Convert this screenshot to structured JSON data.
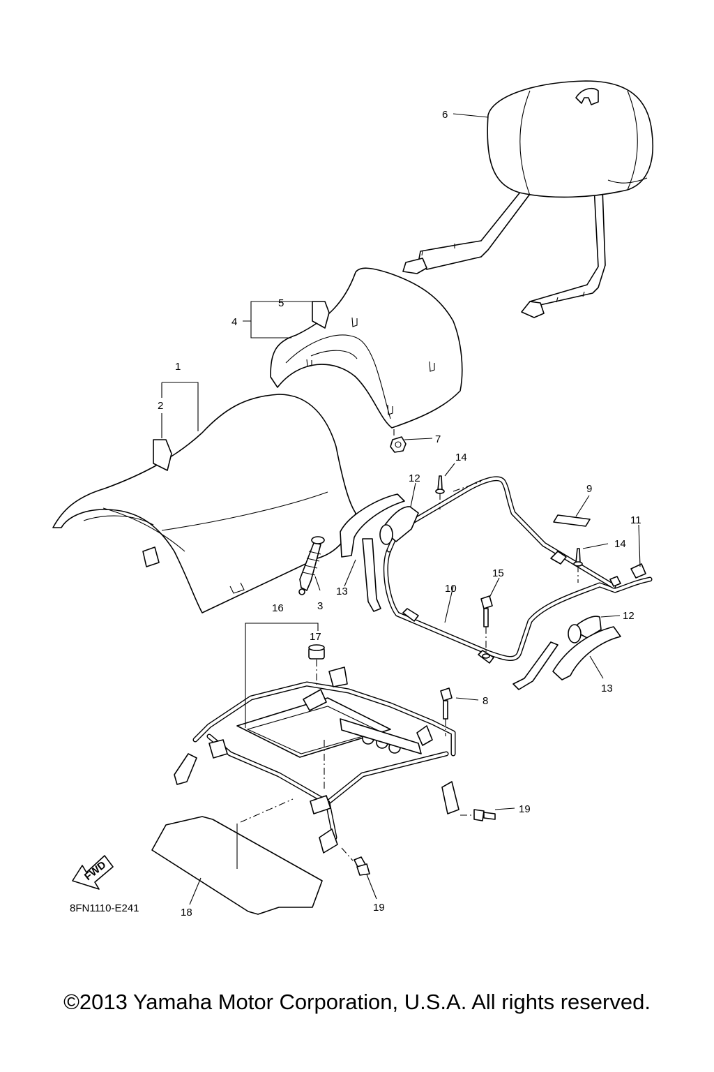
{
  "diagram_code": "8FN1110-E241",
  "fwd_badge": "FWD",
  "copyright": "©2013 Yamaha Motor Corporation, U.S.A. All rights reserved.",
  "callouts": {
    "c1": "1",
    "c2": "2",
    "c3": "3",
    "c4": "4",
    "c5": "5",
    "c6": "6",
    "c7": "7",
    "c8": "8",
    "c9": "9",
    "c10": "10",
    "c11": "11",
    "c12a": "12",
    "c12b": "12",
    "c13a": "13",
    "c13b": "13",
    "c14a": "14",
    "c14b": "14",
    "c15": "15",
    "c16": "16",
    "c17": "17",
    "c18": "18",
    "c19a": "19",
    "c19b": "19"
  }
}
